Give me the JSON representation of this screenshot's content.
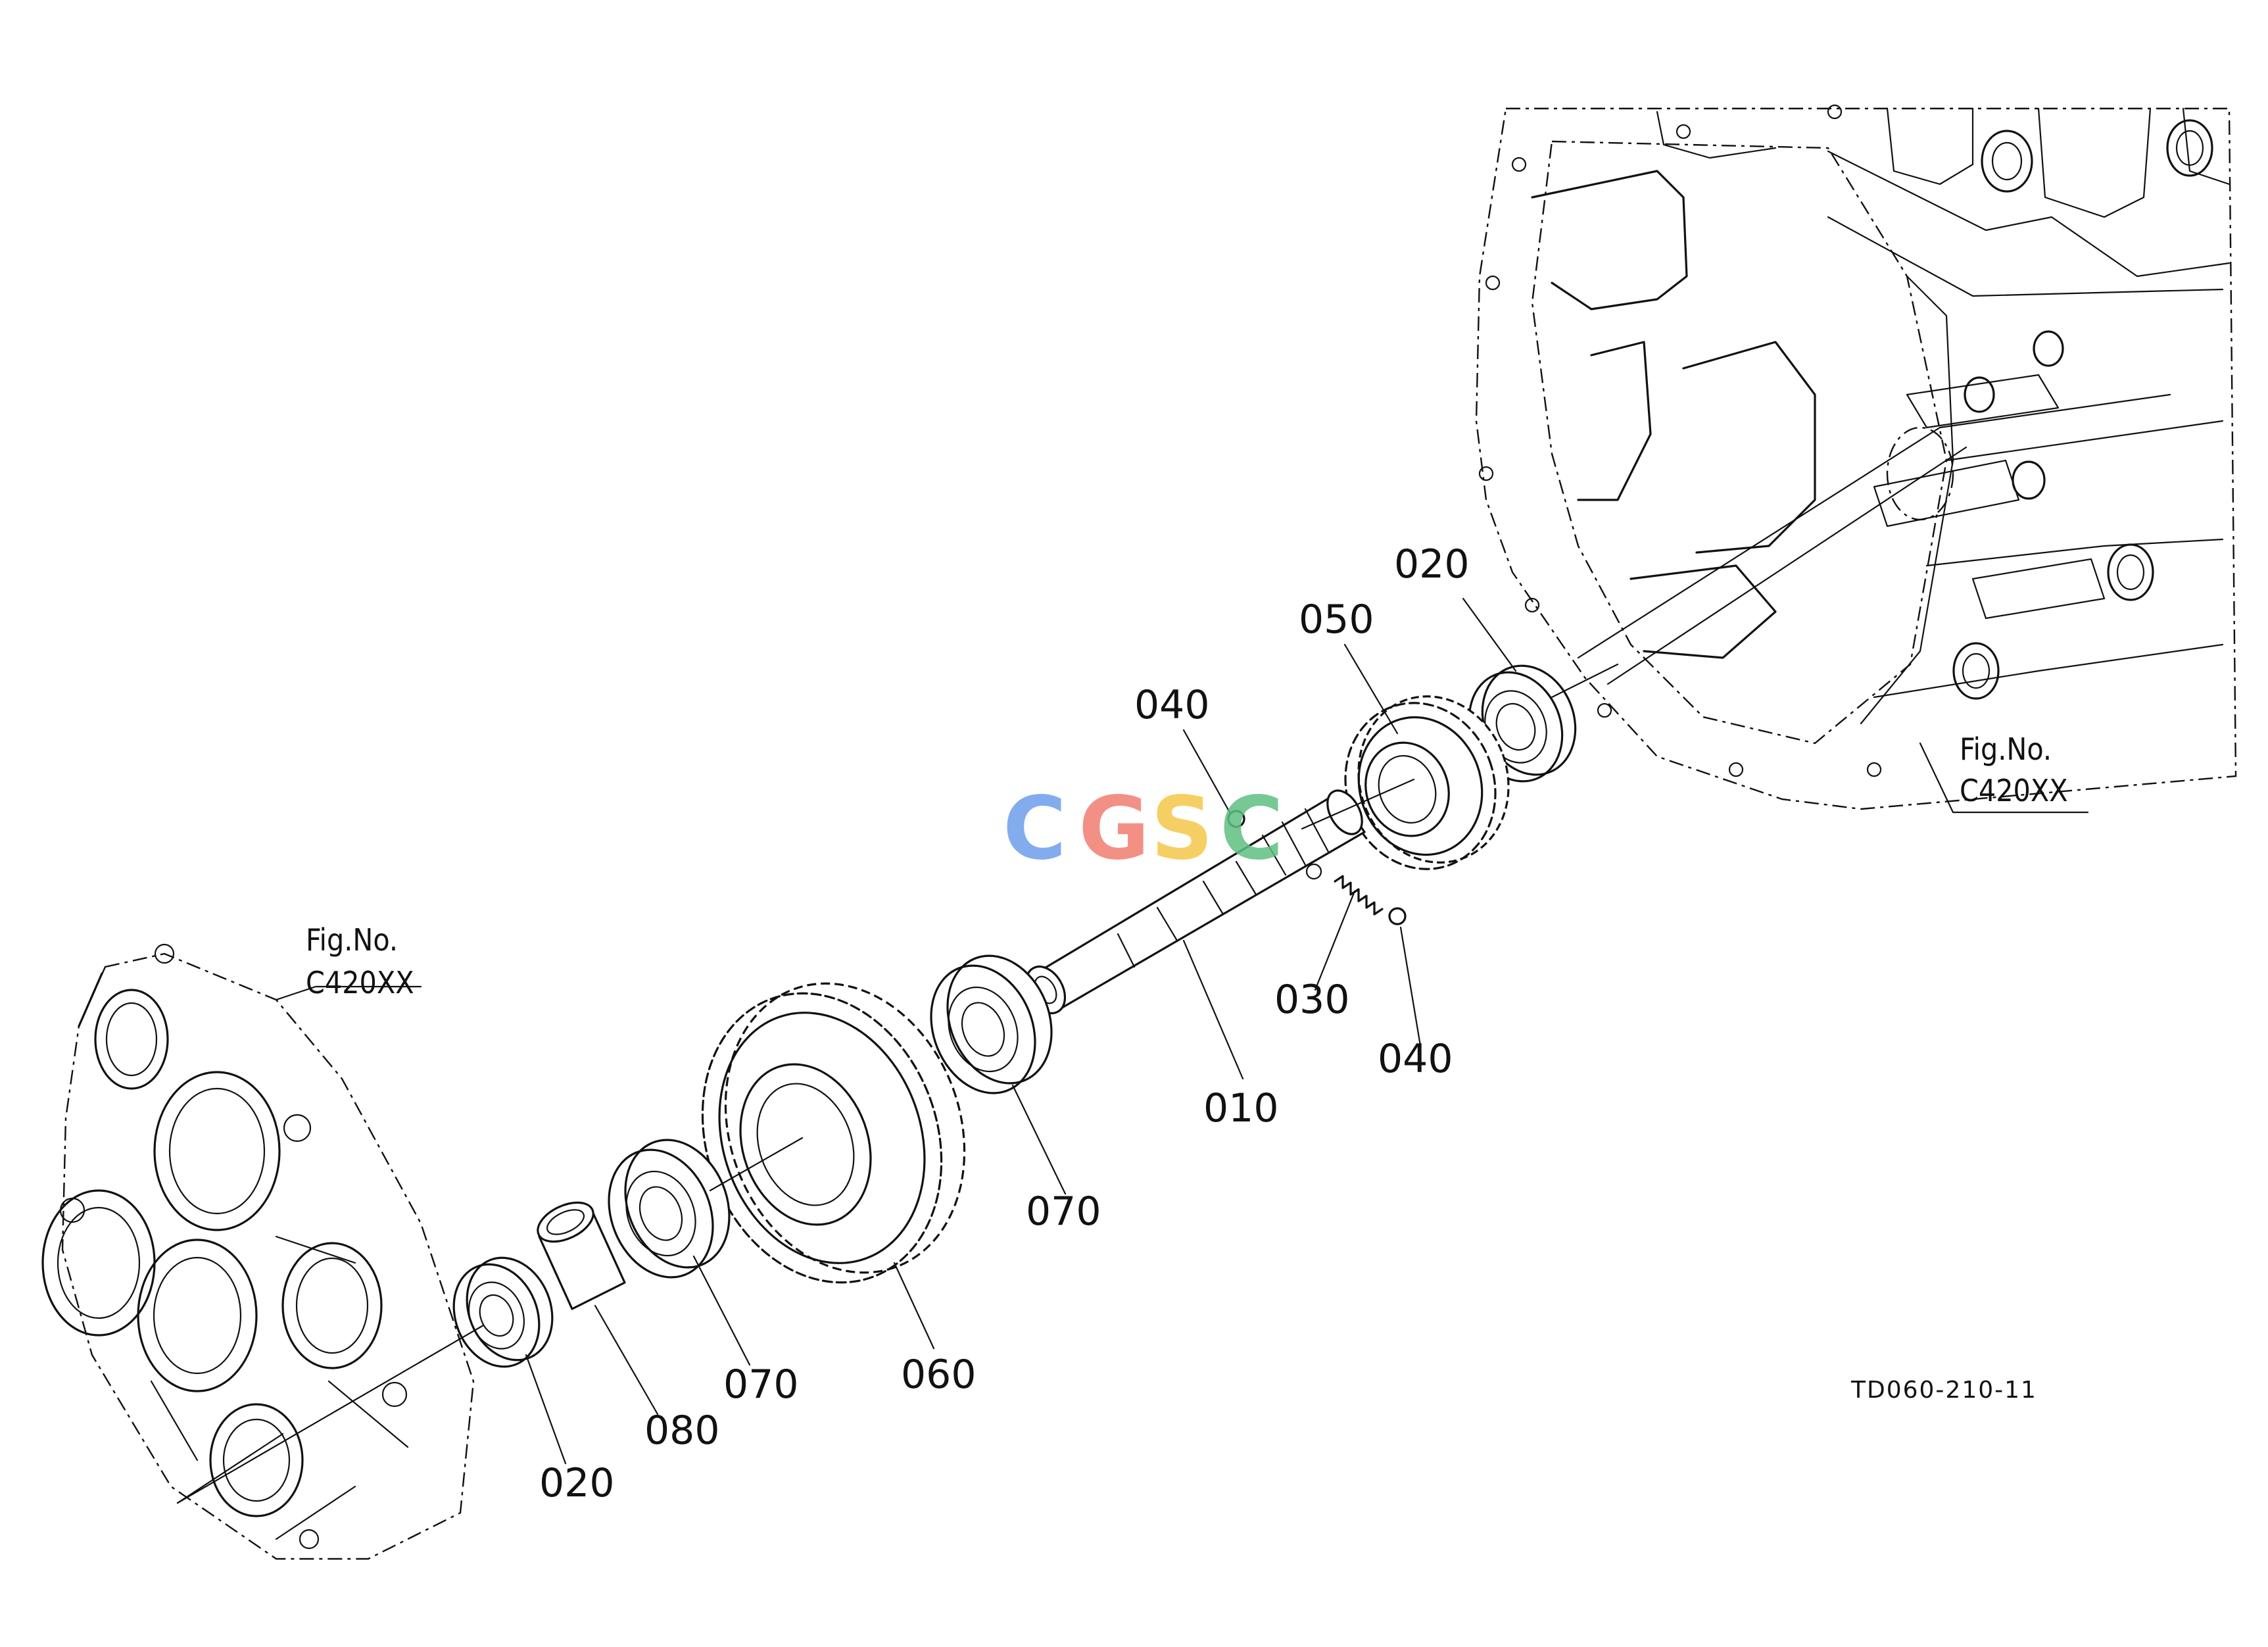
{
  "diagram": {
    "drawing_code": "TD060-210-11",
    "watermark": {
      "letters": [
        "C",
        "G",
        "S",
        "C"
      ],
      "colors": [
        "#6d9eea",
        "#f07d72",
        "#f5c74a",
        "#5fbf82"
      ]
    },
    "fig_refs": [
      {
        "line1": "Fig.No.",
        "line2": "C420XX"
      },
      {
        "line1": "Fig.No.",
        "line2": "C420XX"
      }
    ],
    "callouts": [
      {
        "number": "010"
      },
      {
        "number": "020"
      },
      {
        "number": "020"
      },
      {
        "number": "030"
      },
      {
        "number": "040"
      },
      {
        "number": "040"
      },
      {
        "number": "050"
      },
      {
        "number": "060"
      },
      {
        "number": "070"
      },
      {
        "number": "070"
      },
      {
        "number": "080"
      }
    ]
  }
}
